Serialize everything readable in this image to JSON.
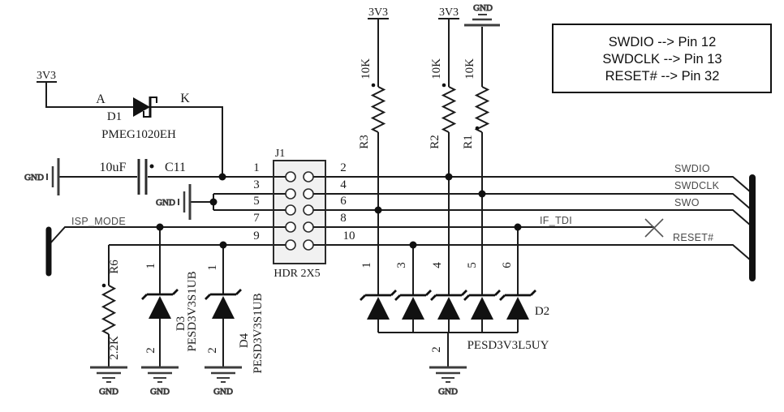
{
  "note_box": {
    "lines": [
      "SWDIO --> Pin 12",
      "SWDCLK --> Pin 13",
      "RESET# --> Pin 32"
    ]
  },
  "nets": {
    "swdio": "SWDIO",
    "swdclk": "SWDCLK",
    "swo": "SWO",
    "if_tdi": "IF_TDI",
    "reset": "RESET#",
    "isp_mode": "ISP_MODE"
  },
  "power": {
    "v33": "3V3",
    "gnd": "GND"
  },
  "components": {
    "D1": {
      "ref": "D1",
      "part": "PMEG1020EH",
      "anode_label": "A",
      "cathode_label": "K"
    },
    "C11": {
      "ref": "C11",
      "value": "10uF"
    },
    "J1": {
      "ref": "J1",
      "footprint": "HDR 2X5",
      "left_pins": [
        "1",
        "3",
        "5",
        "7",
        "9"
      ],
      "right_pins": [
        "2",
        "4",
        "6",
        "8",
        "10"
      ]
    },
    "R1": {
      "ref": "R1",
      "value": "10K"
    },
    "R2": {
      "ref": "R2",
      "value": "10K"
    },
    "R3": {
      "ref": "R3",
      "value": "10K"
    },
    "R6": {
      "ref": "R6",
      "value": "2.2K"
    },
    "D2": {
      "ref": "D2",
      "part": "PESD3V3L5UY",
      "top_pins": [
        "1",
        "3",
        "4",
        "5",
        "6"
      ],
      "gnd_pin": "2"
    },
    "D3": {
      "ref": "D3",
      "part": "PESD3V3S1UB",
      "pin_top": "1",
      "pin_bottom": "2"
    },
    "D4": {
      "ref": "D4",
      "part": "PESD3V3S1UB",
      "pin_top": "1",
      "pin_bottom": "2"
    }
  },
  "colors": {
    "wire": "#1b1b1b",
    "net_label": "#4a4a4a",
    "symbol_gray": "#3d3d3d",
    "header_fill": "#f1f1f1",
    "background": "#ffffff"
  }
}
